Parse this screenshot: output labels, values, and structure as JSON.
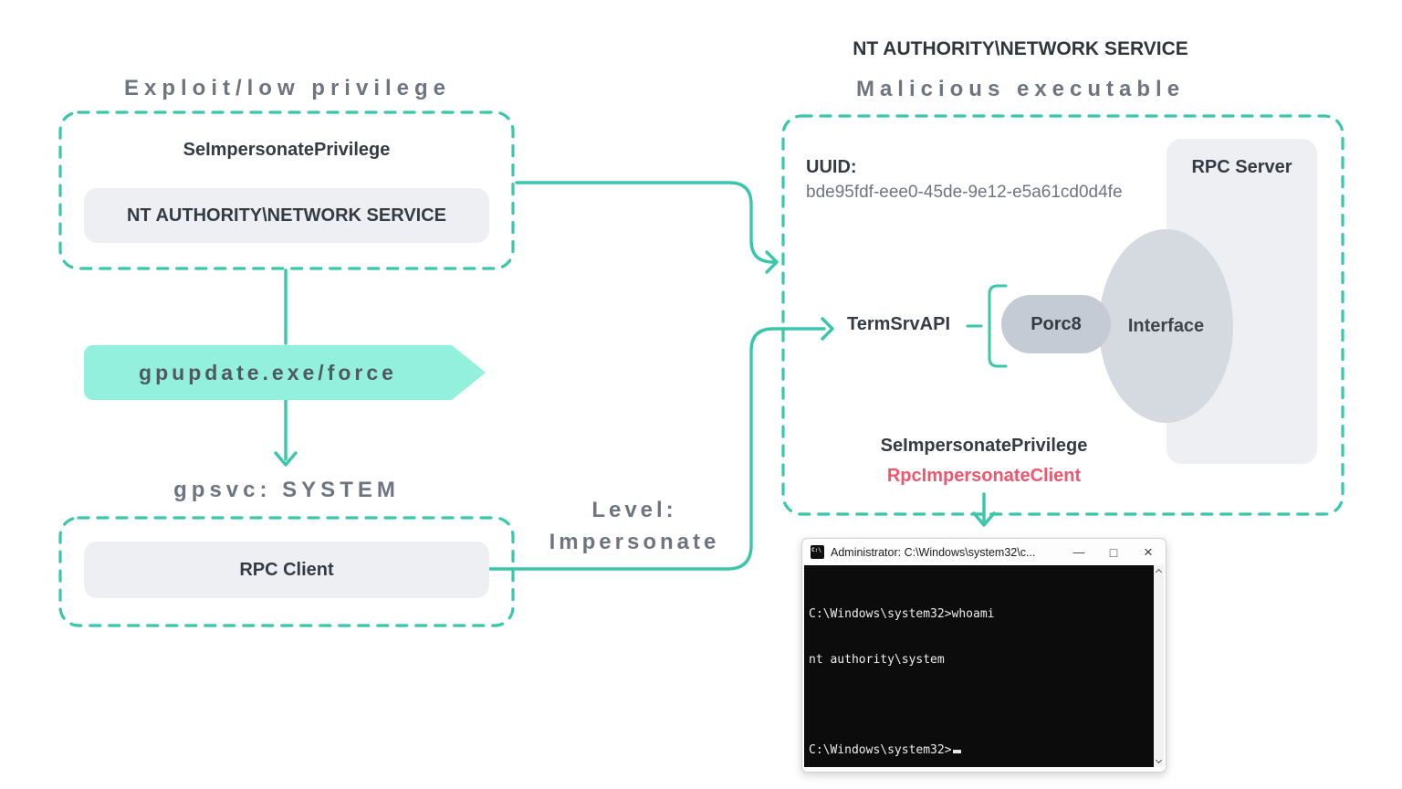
{
  "colors": {
    "accent_teal": "#38c7ab",
    "banner_mint": "#92f0dc",
    "callout_pink": "#f1566e",
    "pill_gray": "#edeff2",
    "ellipse_gray": "#d5dae0",
    "porc8_gray": "#c5cbd4",
    "title_gray": "#6d7680",
    "dark_text": "#343b42"
  },
  "left_flow": {
    "title": "Exploit/low privilege",
    "privilege_label": "SeImpersonatePrivilege",
    "account_pill": "NT AUTHORITY\\NETWORK SERVICE",
    "banner_label": "gpupdate.exe/force",
    "gpsvc_label": "gpsvc: SYSTEM",
    "rpc_client_pill": "RPC Client",
    "level_label_line1": "Level:",
    "level_label_line2": "Impersonate"
  },
  "right_flow": {
    "account_title": "NT AUTHORITY\\NETWORK SERVICE",
    "title": "Malicious executable",
    "uuid_label": "UUID:",
    "uuid_value": "bde95fdf-eee0-45de-9e12-e5a61cd0d4fe",
    "rpc_server_label": "RPC Server",
    "termsrv_label": "TermSrvAPI",
    "porc8_label": "Porc8",
    "interface_label": "Interface",
    "privilege_label": "SeImpersonatePrivilege",
    "impersonate_call_label": "RpcImpersonateClient"
  },
  "terminal": {
    "icon_glyph": "C:\\",
    "title": "Administrator: C:\\Windows\\system32\\c...",
    "controls": {
      "minimize": "—",
      "maximize": "□",
      "close": "×"
    },
    "lines": [
      "C:\\Windows\\system32>whoami",
      "nt authority\\system",
      "",
      "C:\\Windows\\system32>"
    ]
  }
}
